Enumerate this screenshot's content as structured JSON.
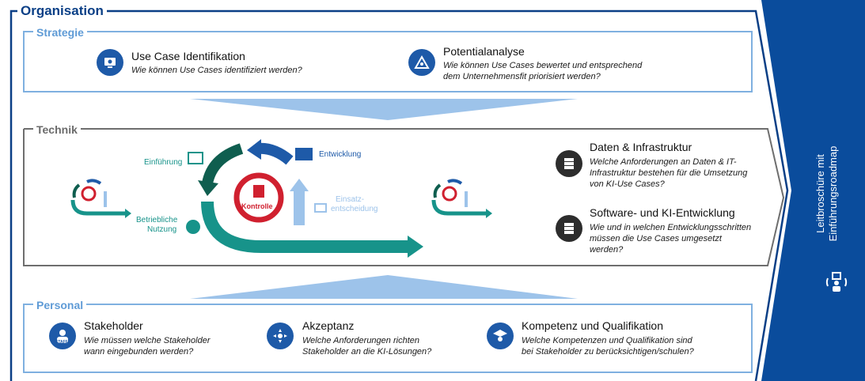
{
  "organisation": {
    "title": "Organisation",
    "side_label_line1": "Leitbroschüre mit",
    "side_label_line2": "Einführungsroadmap"
  },
  "strategie": {
    "title": "Strategie",
    "items": [
      {
        "title": "Use Case Identifikation",
        "description": "Wie können Use Cases identifiziert werden?"
      },
      {
        "title": "Potentialanalyse",
        "description_line1": "Wie können Use Cases bewertet und entsprechend",
        "description_line2": "dem Unternehmensfit priorisiert werden?"
      }
    ]
  },
  "technik": {
    "title": "Technik",
    "cycle": {
      "einfuehrung": "Einführung",
      "entwicklung": "Entwicklung",
      "kontrolle": "Kontrolle",
      "einsatz_line1": "Einsatz-",
      "einsatz_line2": "entscheidung",
      "betrieb_line1": "Betriebliche",
      "betrieb_line2": "Nutzung"
    },
    "items": [
      {
        "title": "Daten & Infrastruktur",
        "line1": "Welche Anforderungen an Daten & IT-",
        "line2": "Infrastruktur bestehen für die Umsetzung",
        "line3": "von KI-Use Cases?"
      },
      {
        "title": "Software- und KI-Entwicklung",
        "line1": "Wie und in welchen Entwicklungsschritten",
        "line2": "müssen die Use Cases umgesetzt",
        "line3": "werden?"
      }
    ]
  },
  "personal": {
    "title": "Personal",
    "items": [
      {
        "title": "Stakeholder",
        "line1": "Wie müssen welche Stakeholder",
        "line2": "wann eingebunden werden?",
        "badge": "STAFF"
      },
      {
        "title": "Akzeptanz",
        "line1": "Welche Anforderungen richten",
        "line2": "Stakeholder an die KI-Lösungen?"
      },
      {
        "title": "Kompetenz und Qualifikation",
        "line1": "Welche Kompetenzen und Qualifikation sind",
        "line2": "bei Stakeholder zu berücksichtigen/schulen?"
      }
    ]
  },
  "colors": {
    "navy": "#0a3f86",
    "blue": "#1e5aa8",
    "light_blue": "#5f9bd6",
    "teal": "#17938a",
    "red": "#d0202f",
    "gray": "#6b6b6b"
  }
}
